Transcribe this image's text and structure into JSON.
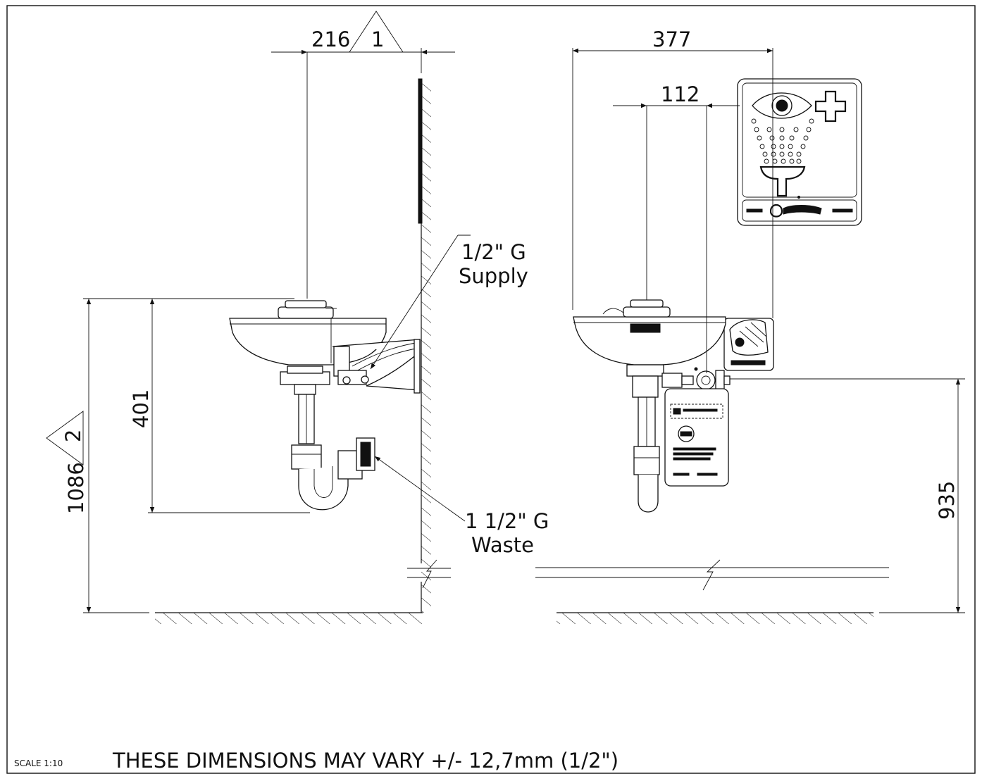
{
  "drawing": {
    "dimensions": {
      "d216": "216",
      "d377": "377",
      "d112": "112",
      "d401": "401",
      "d1086": "1086",
      "d935": "935"
    },
    "revision_markers": {
      "r1": "1",
      "r2": "2"
    },
    "callouts": {
      "supply_size": "1/2\" G",
      "supply_label": "Supply",
      "waste_size": "1 1/2\" G",
      "waste_label": "Waste"
    },
    "notice": "THESE DIMENSIONS MAY VARY +/- 12,7mm (1/2\")",
    "scale": "SCALE 1:10"
  },
  "colors": {
    "ink": "#111111",
    "paper": "#ffffff"
  }
}
